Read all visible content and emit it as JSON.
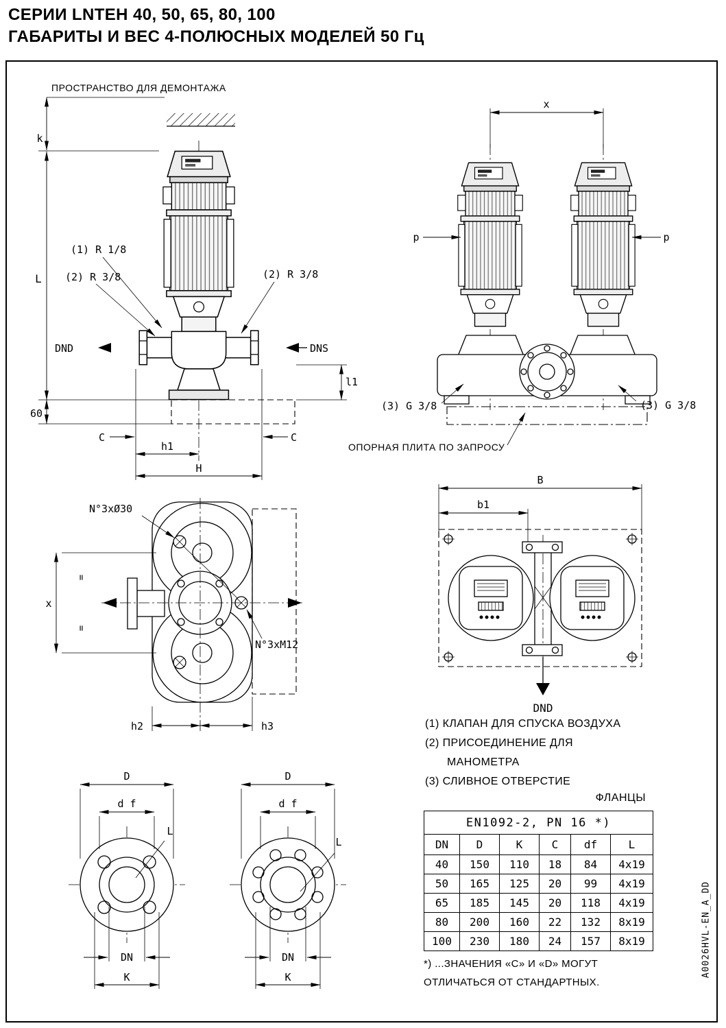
{
  "title": {
    "line1": "СЕРИИ LNTEH 40, 50, 65, 80, 100",
    "line2": "ГАБАРИТЫ И ВЕС 4-ПОЛЮСНЫХ МОДЕЛЕЙ 50 Гц"
  },
  "side_view": {
    "clearance_label": "ПРОСТРАНСТВО ДЛЯ ДЕМОНТАЖА",
    "k": "k",
    "L": "L",
    "conn1": "(1) R 1/8",
    "conn2_left": "(2) R 3/8",
    "conn2_right": "(2) R 3/8",
    "dnd": "DND",
    "dns": "DNS",
    "l1": "l1",
    "base_height": "60",
    "c_left": "C",
    "c_right": "C",
    "h1": "h1",
    "H": "H"
  },
  "twin_view": {
    "x": "x",
    "p_left": "p",
    "p_right": "p",
    "drain_left": "(3) G 3/8",
    "drain_right": "(3) G 3/8",
    "plate_label": "ОПОРНАЯ ПЛИТА ПО ЗАПРОСУ"
  },
  "plan_view": {
    "holes_30": "N°3xØ30",
    "holes_m12": "N°3xM12",
    "x": "x",
    "h2": "h2",
    "h3": "h3",
    "eq1": "=",
    "eq2": "="
  },
  "plan_view_right": {
    "B": "B",
    "b1": "b1",
    "dnd": "DND"
  },
  "legend": {
    "item1": "(1) КЛАПАН ДЛЯ СПУСКА ВОЗДУХА",
    "item2a": "(2) ПРИСОЕДИНЕНИЕ ДЛЯ",
    "item2b": "МАНОМЕТРА",
    "item3": "(3) СЛИВНОЕ ОТВЕРСТИЕ"
  },
  "flange_detail": {
    "D1": "D",
    "df1": "d f",
    "L1": "L",
    "DN1": "DN",
    "K1": "K",
    "D2": "D",
    "df2": "d f",
    "L2": "L",
    "DN2": "DN",
    "K2": "K"
  },
  "flanges": {
    "section_title": "ФЛАНЦЫ",
    "table_title": "EN1092-2, PN 16 *)",
    "columns": [
      "DN",
      "D",
      "K",
      "C",
      "df",
      "L"
    ],
    "rows": [
      [
        "40",
        "150",
        "110",
        "18",
        "84",
        "4x19"
      ],
      [
        "50",
        "165",
        "125",
        "20",
        "99",
        "4x19"
      ],
      [
        "65",
        "185",
        "145",
        "20",
        "118",
        "4x19"
      ],
      [
        "80",
        "200",
        "160",
        "22",
        "132",
        "8x19"
      ],
      [
        "100",
        "230",
        "180",
        "24",
        "157",
        "8x19"
      ]
    ],
    "footnote_line1": "*) ...ЗНАЧЕНИЯ «C» И «D» МОГУТ",
    "footnote_line2": "ОТЛИЧАТЬСЯ ОТ СТАНДАРТНЫХ."
  },
  "doc_code": "A0026HVL-EN_A_DD"
}
